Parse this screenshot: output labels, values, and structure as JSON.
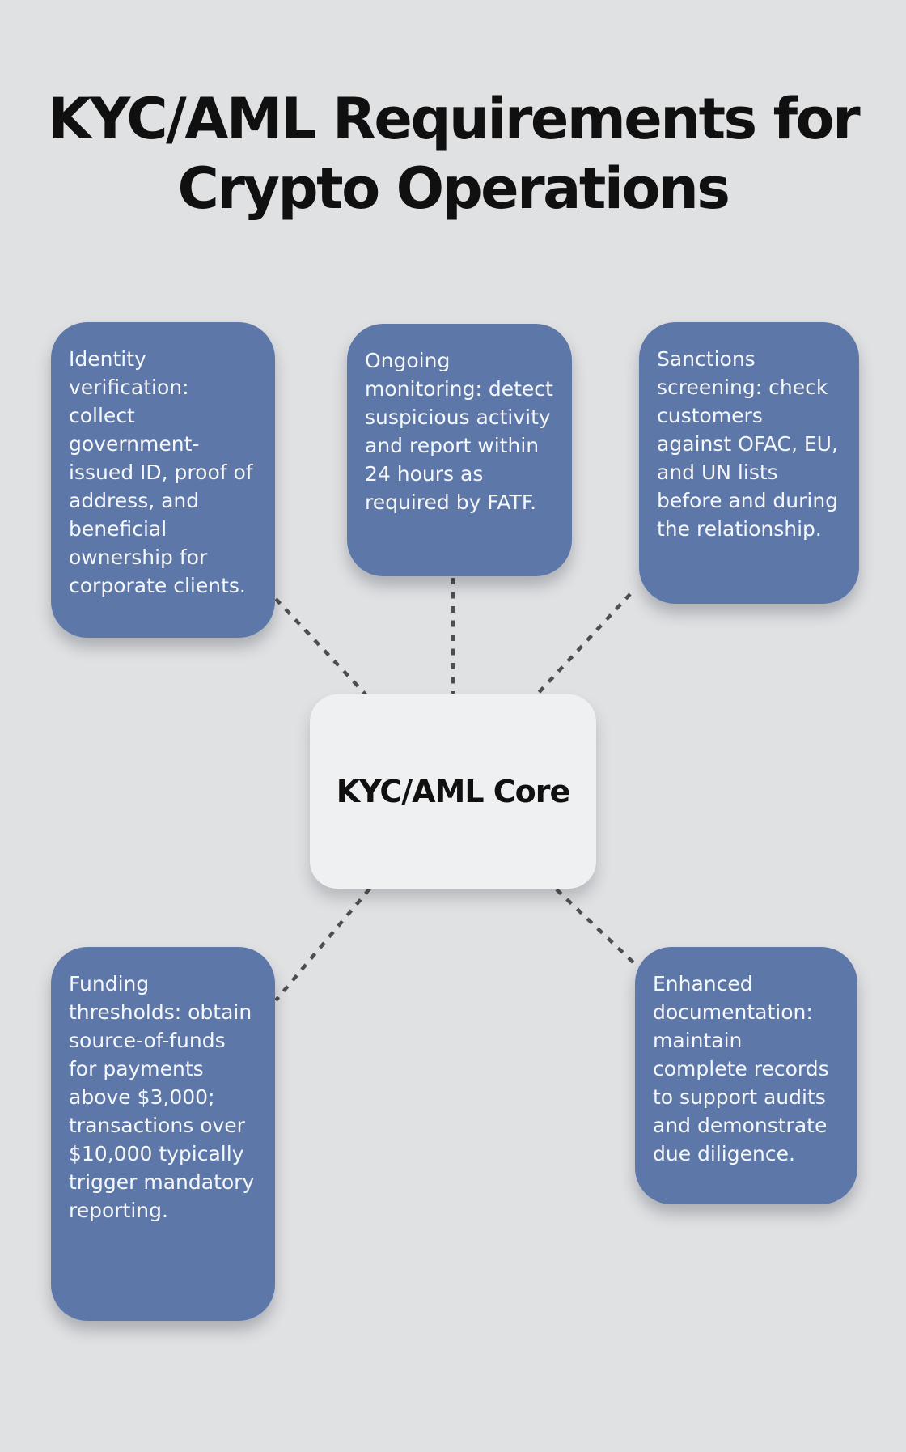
{
  "palette": {
    "background": "#e0e1e3",
    "card_blue": "#5d77a9",
    "card_text": "#f5f7f9",
    "center_bg": "#eff0f1",
    "title_color": "#101010",
    "connector": "#4e4e4e"
  },
  "title": {
    "line1": "KYC/AML Requirements for",
    "line2": "Crypto Operations"
  },
  "center": {
    "label": "KYC/AML Core"
  },
  "nodes": {
    "identity": {
      "text": "Identity verification: collect government-issued ID, proof of address, and beneficial ownership for corporate clients."
    },
    "monitoring": {
      "text": "Ongoing monitoring: detect suspicious activity and report within 24 hours as required by FATF."
    },
    "sanctions": {
      "text": "Sanctions screening: check customers against OFAC, EU, and UN lists before and during the relationship."
    },
    "funding": {
      "text": "Funding thresholds: obtain source-of-funds for payments above $3,000; transactions over $10,000 typically trigger mandatory reporting."
    },
    "documentation": {
      "text": "Enhanced documentation: maintain complete records to support audits and demonstrate due diligence."
    }
  }
}
